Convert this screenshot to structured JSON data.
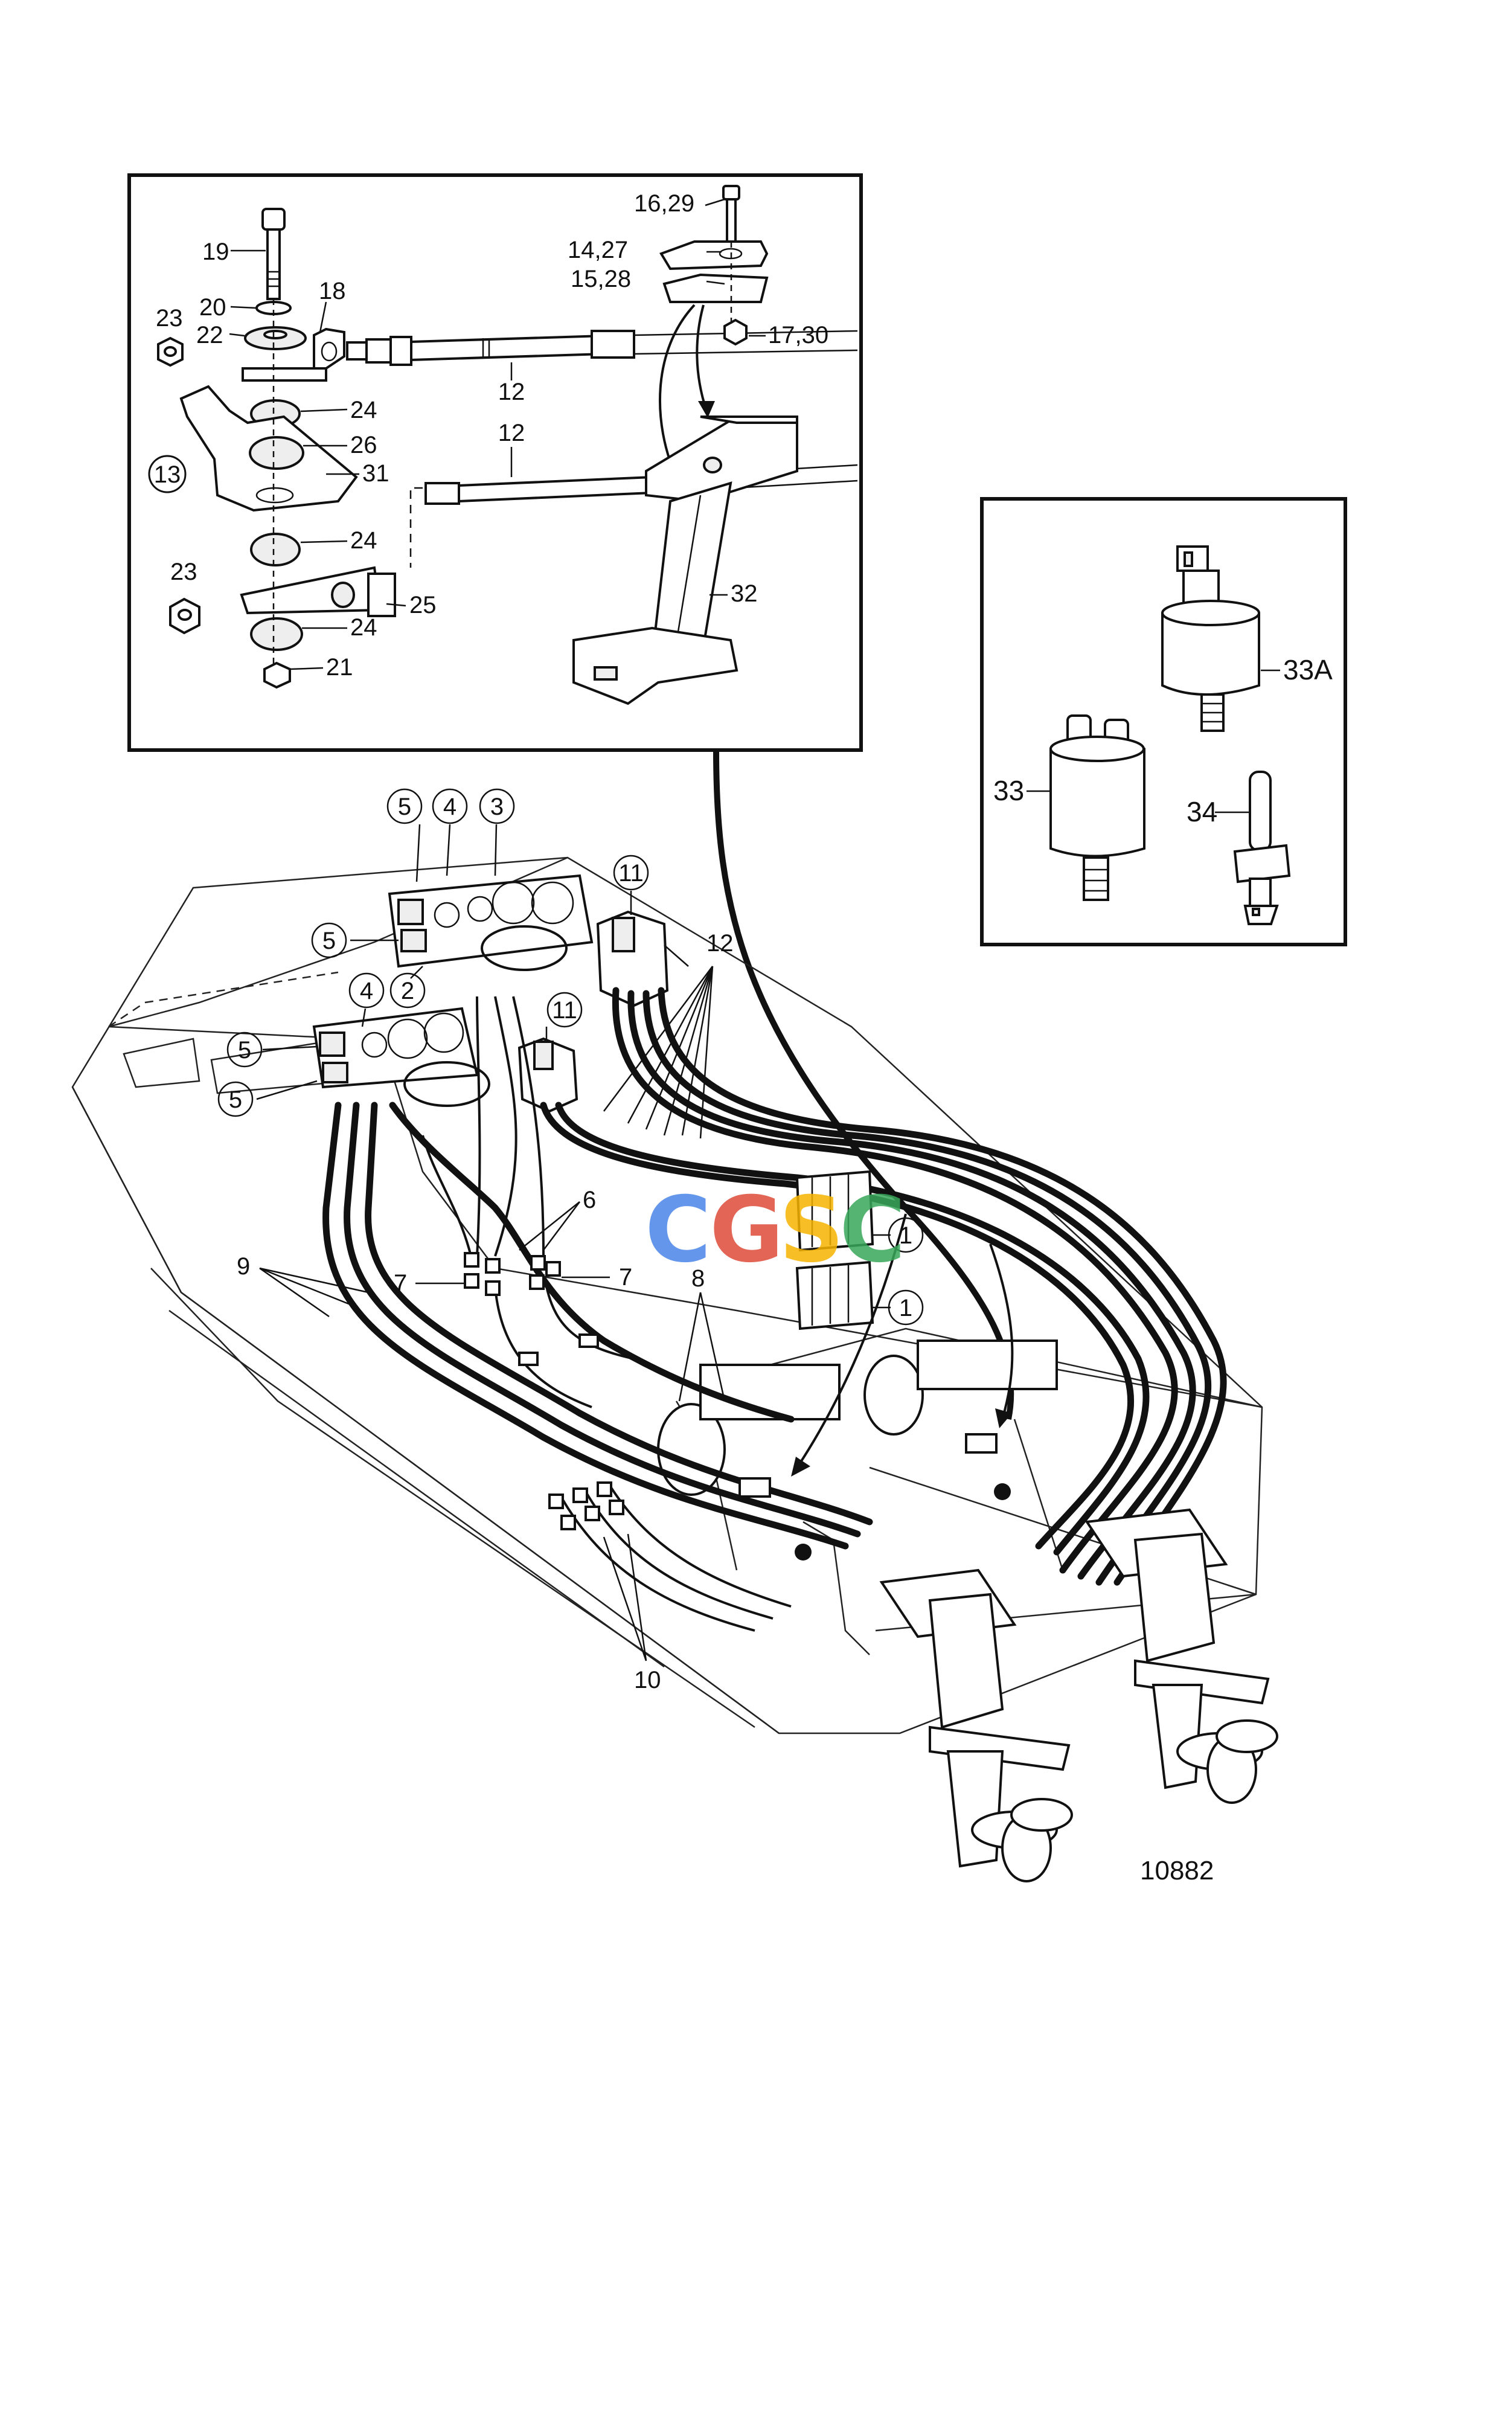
{
  "detail_panel": {
    "labels": {
      "p19": "19",
      "p20": "20",
      "p22": "22",
      "p18": "18",
      "p23a": "23",
      "p24a": "24",
      "p26": "26",
      "p31": "31",
      "p13": "13",
      "p24b": "24",
      "p23b": "23",
      "p25": "25",
      "p24c": "24",
      "p21": "21",
      "p12a": "12",
      "p12b": "12",
      "p1629": "16,29",
      "p1427": "14,27",
      "p1528": "15,28",
      "p1730": "17,30",
      "p32": "32"
    }
  },
  "sensor_panel": {
    "labels": {
      "p33a": "33A",
      "p33": "33",
      "p34": "34"
    }
  },
  "boat": {
    "labels": {
      "p5a": "5",
      "p4a": "4",
      "p3": "3",
      "p5b": "5",
      "p2": "2",
      "p11a": "11",
      "p12": "12",
      "p4b": "4",
      "p5c": "5",
      "p5d": "5",
      "p11b": "11",
      "p6": "6",
      "p9": "9",
      "p7a": "7",
      "p7b": "7",
      "p8": "8",
      "p1a": "1",
      "p1b": "1",
      "p10": "10"
    }
  },
  "figure_number": "10882",
  "watermark": {
    "text": "CGSC",
    "colors": [
      "#4a86e8",
      "#dd4b39",
      "#f6b400",
      "#39a85a"
    ]
  }
}
